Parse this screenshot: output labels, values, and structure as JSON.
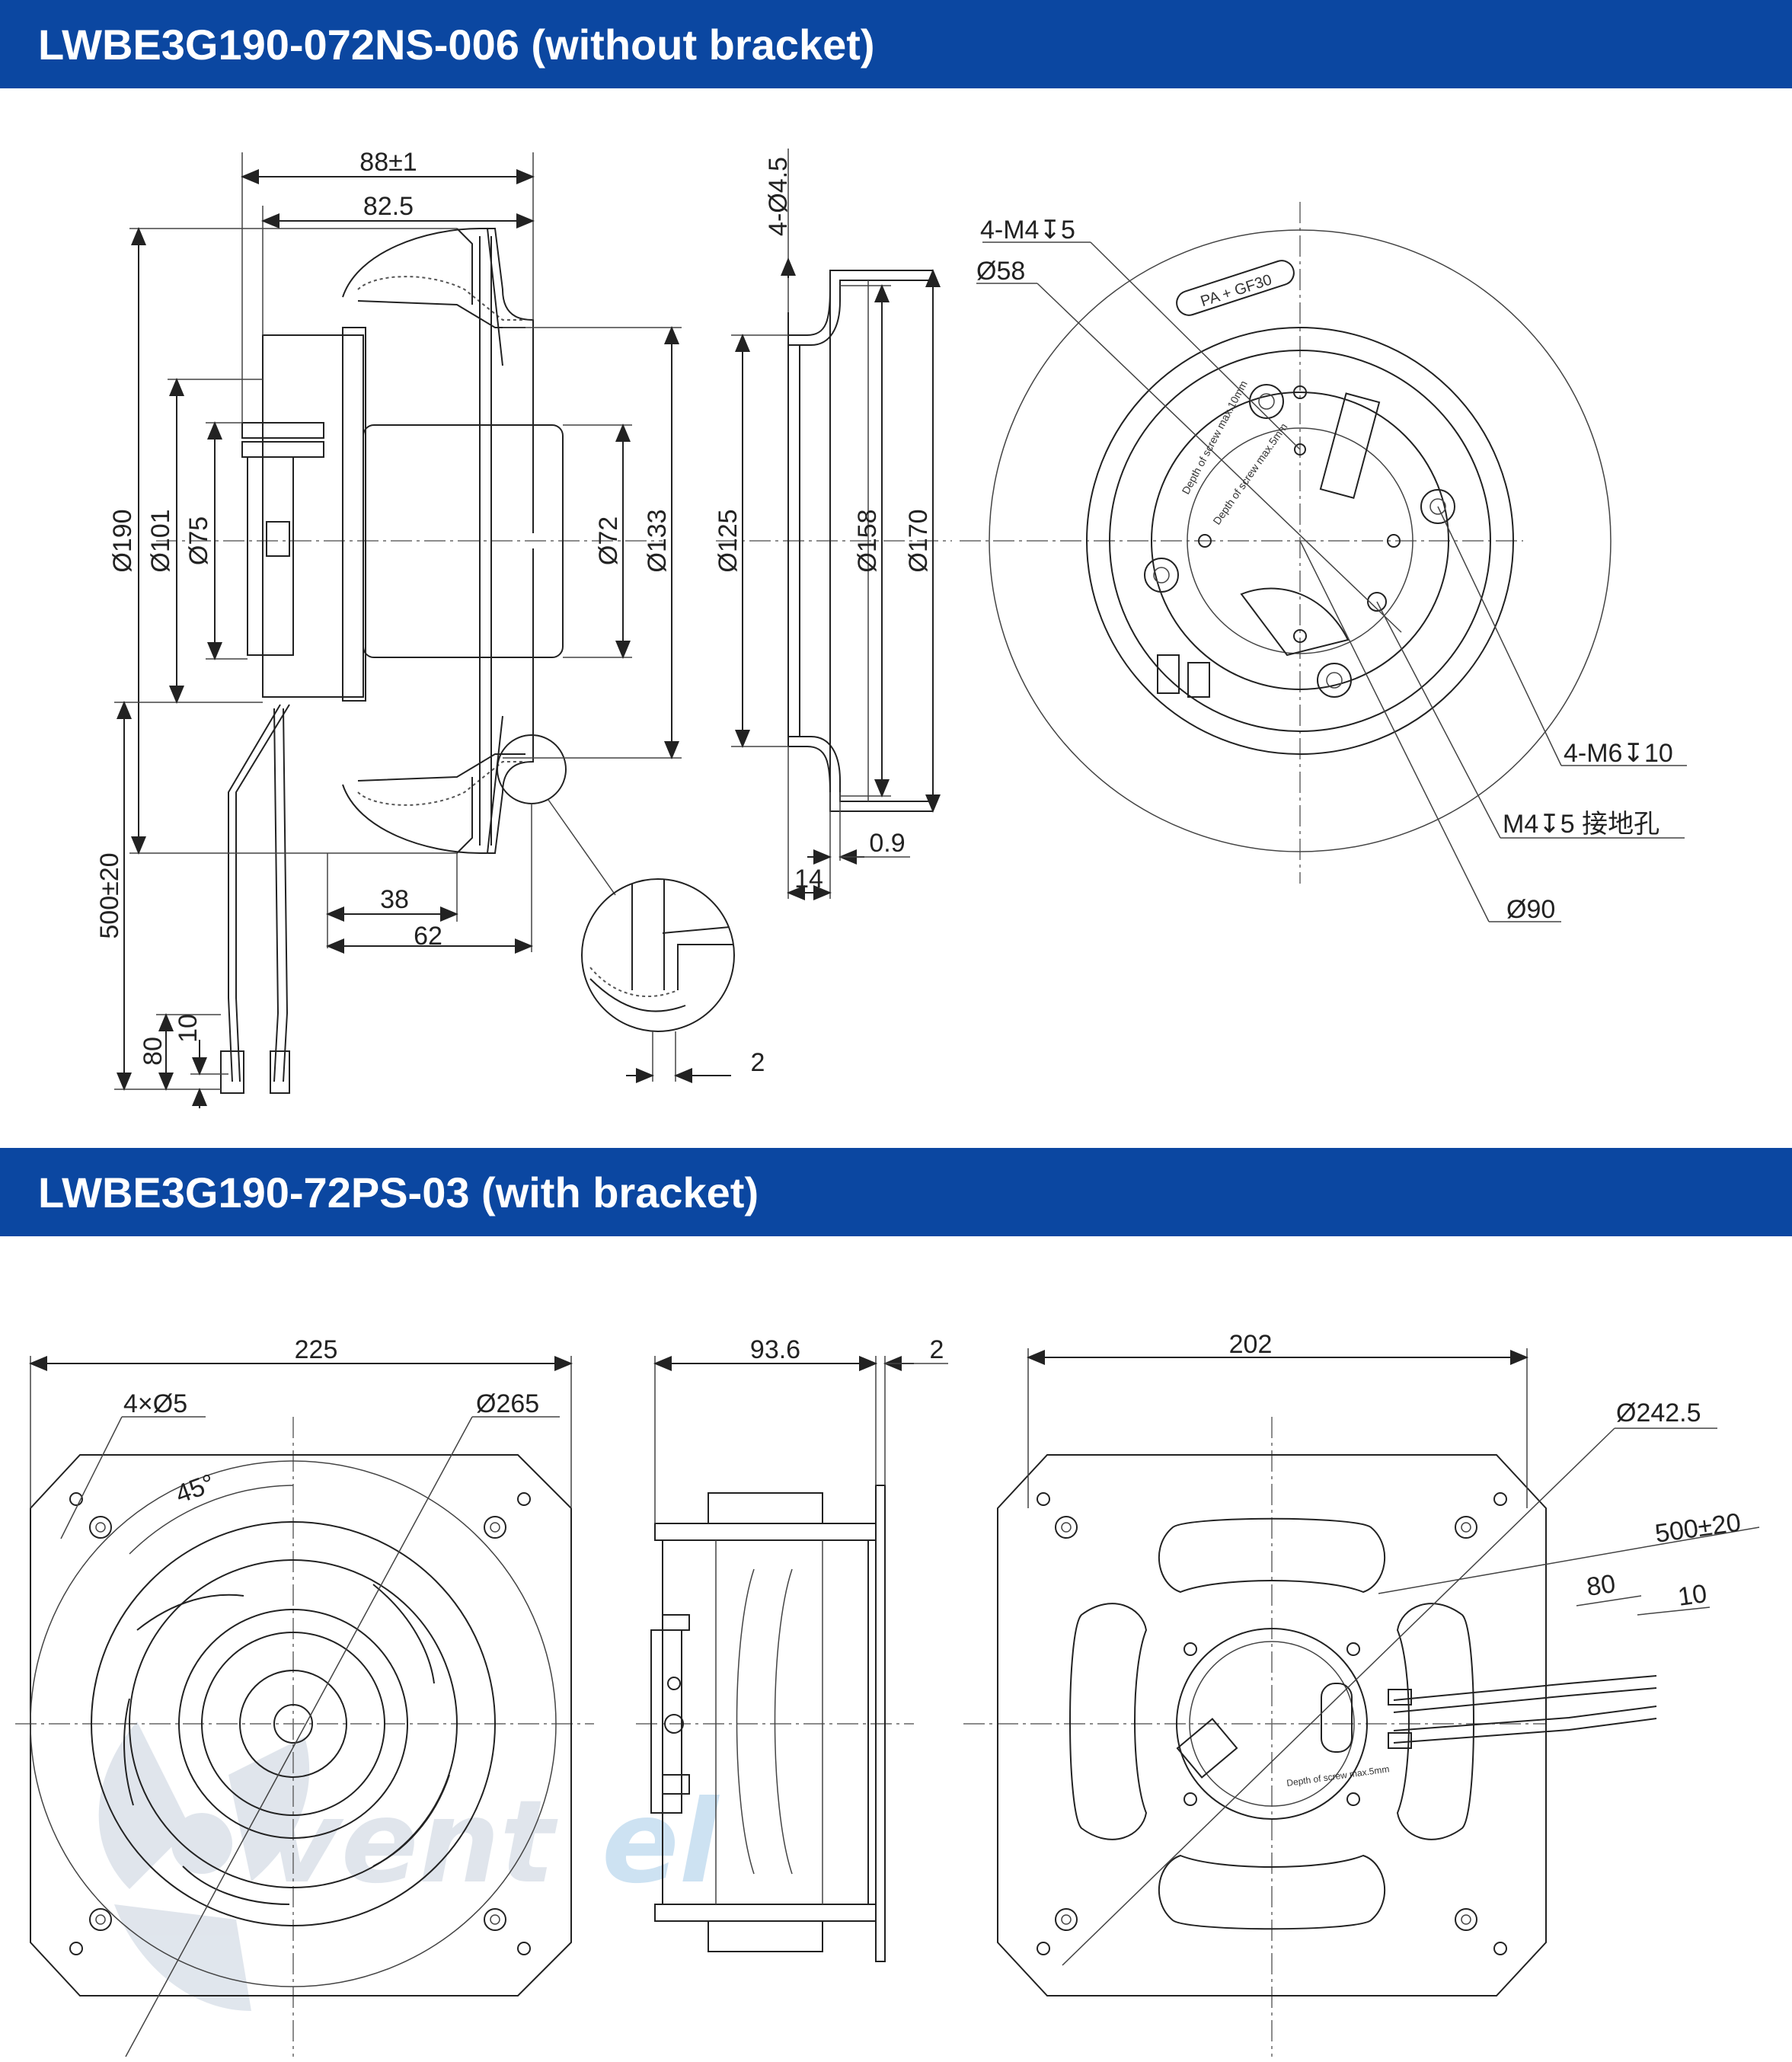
{
  "sections": [
    {
      "title": "LWBE3G190-072NS-006 (without bracket)"
    },
    {
      "title": "LWBE3G190-72PS-03 (with bracket)"
    }
  ],
  "top": {
    "side_view": {
      "d88": "88±1",
      "d82": "82.5",
      "d190": "Ø190",
      "d101": "Ø101",
      "d75": "Ø75",
      "d72": "Ø72",
      "d133": "Ø133",
      "d38": "38",
      "d62": "62",
      "d500": "500±20",
      "d80": "80",
      "d10": "10",
      "d2": "2"
    },
    "section_view": {
      "d4_5": "4-Ø4.5",
      "d125": "Ø125",
      "d158": "Ø158",
      "d170": "Ø170",
      "d0_9": "0.9",
      "d14": "14"
    },
    "front_view": {
      "m4": "4-M4↧5",
      "d58": "Ø58",
      "m6": "4-M6↧10",
      "ground": "M4↧5  接地孔",
      "d90": "Ø90",
      "label_mark": "PA + GF30",
      "screw_note_1": "Depth of screw max.10mm",
      "screw_note_2": "Depth of screw max.5mm"
    }
  },
  "bottom": {
    "front": {
      "d225": "225",
      "d4x5": "4×Ø5",
      "d265": "Ø265",
      "a45": "45°"
    },
    "side": {
      "d93_6": "93.6",
      "d2": "2"
    },
    "back": {
      "d202": "202",
      "d242_5": "Ø242.5",
      "d500": "500±20",
      "d80": "80",
      "d10": "10",
      "screw_note": "Depth of screw max.5mm"
    }
  },
  "watermark": {
    "text_a": "vent",
    "text_b": "el"
  },
  "colors": {
    "banner": "#0b47a1",
    "banner_text": "#ffffff",
    "line": "#222222",
    "watermark": "#c7d1de"
  }
}
